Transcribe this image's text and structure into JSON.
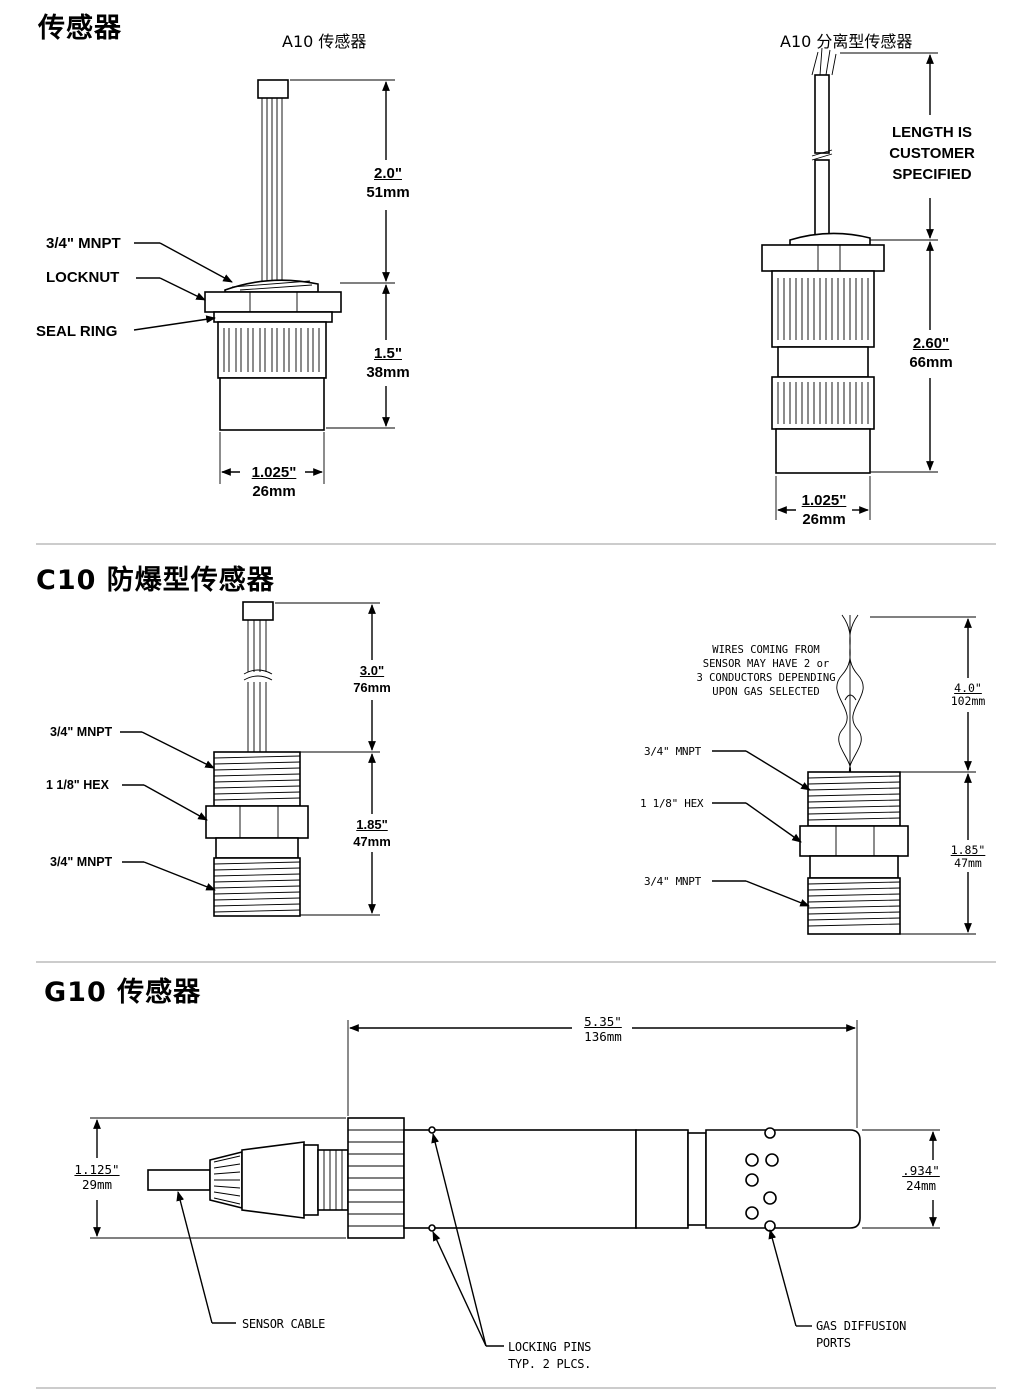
{
  "sections": {
    "a10": {
      "title": "传感器",
      "left": {
        "caption": "A10 传感器",
        "callouts": [
          "3/4\" MNPT",
          "LOCKNUT",
          "SEAL RING"
        ],
        "dim_top": {
          "imperial": "2.0\"",
          "metric": "51mm"
        },
        "dim_bottom": {
          "imperial": "1.5\"",
          "metric": "38mm"
        },
        "dim_width": {
          "imperial": "1.025\"",
          "metric": "26mm"
        }
      },
      "right": {
        "caption": "A10 分离型传感器",
        "note": [
          "LENGTH IS",
          "CUSTOMER",
          "SPECIFIED"
        ],
        "dim_body": {
          "imperial": "2.60\"",
          "metric": "66mm"
        },
        "dim_width": {
          "imperial": "1.025\"",
          "metric": "26mm"
        }
      }
    },
    "c10": {
      "title": "C10 防爆型传感器",
      "left": {
        "callouts": [
          "3/4\" MNPT",
          "1 1/8\" HEX",
          "3/4\" MNPT"
        ],
        "dim_top": {
          "imperial": "3.0\"",
          "metric": "76mm"
        },
        "dim_bottom": {
          "imperial": "1.85\"",
          "metric": "47mm"
        }
      },
      "right": {
        "note": "WIRES COMING FROM\nSENSOR MAY HAVE 2 or\n3 CONDUCTORS DEPENDING\nUPON GAS SELECTED",
        "callouts": [
          "3/4\" MNPT",
          "1 1/8\" HEX",
          "3/4\" MNPT"
        ],
        "dim_top": {
          "imperial": "4.0\"",
          "metric": "102mm"
        },
        "dim_bottom": {
          "imperial": "1.85\"",
          "metric": "47mm"
        }
      }
    },
    "g10": {
      "title": "G10 传感器",
      "dim_length": {
        "imperial": "5.35\"",
        "metric": "136mm"
      },
      "dim_left": {
        "imperial": "1.125\"",
        "metric": "29mm"
      },
      "dim_right": {
        "imperial": ".934\"",
        "metric": "24mm"
      },
      "callouts": [
        "SENSOR CABLE",
        "LOCKING PINS",
        "TYP. 2 PLCS.",
        "GAS DIFFUSION",
        "PORTS"
      ]
    }
  }
}
